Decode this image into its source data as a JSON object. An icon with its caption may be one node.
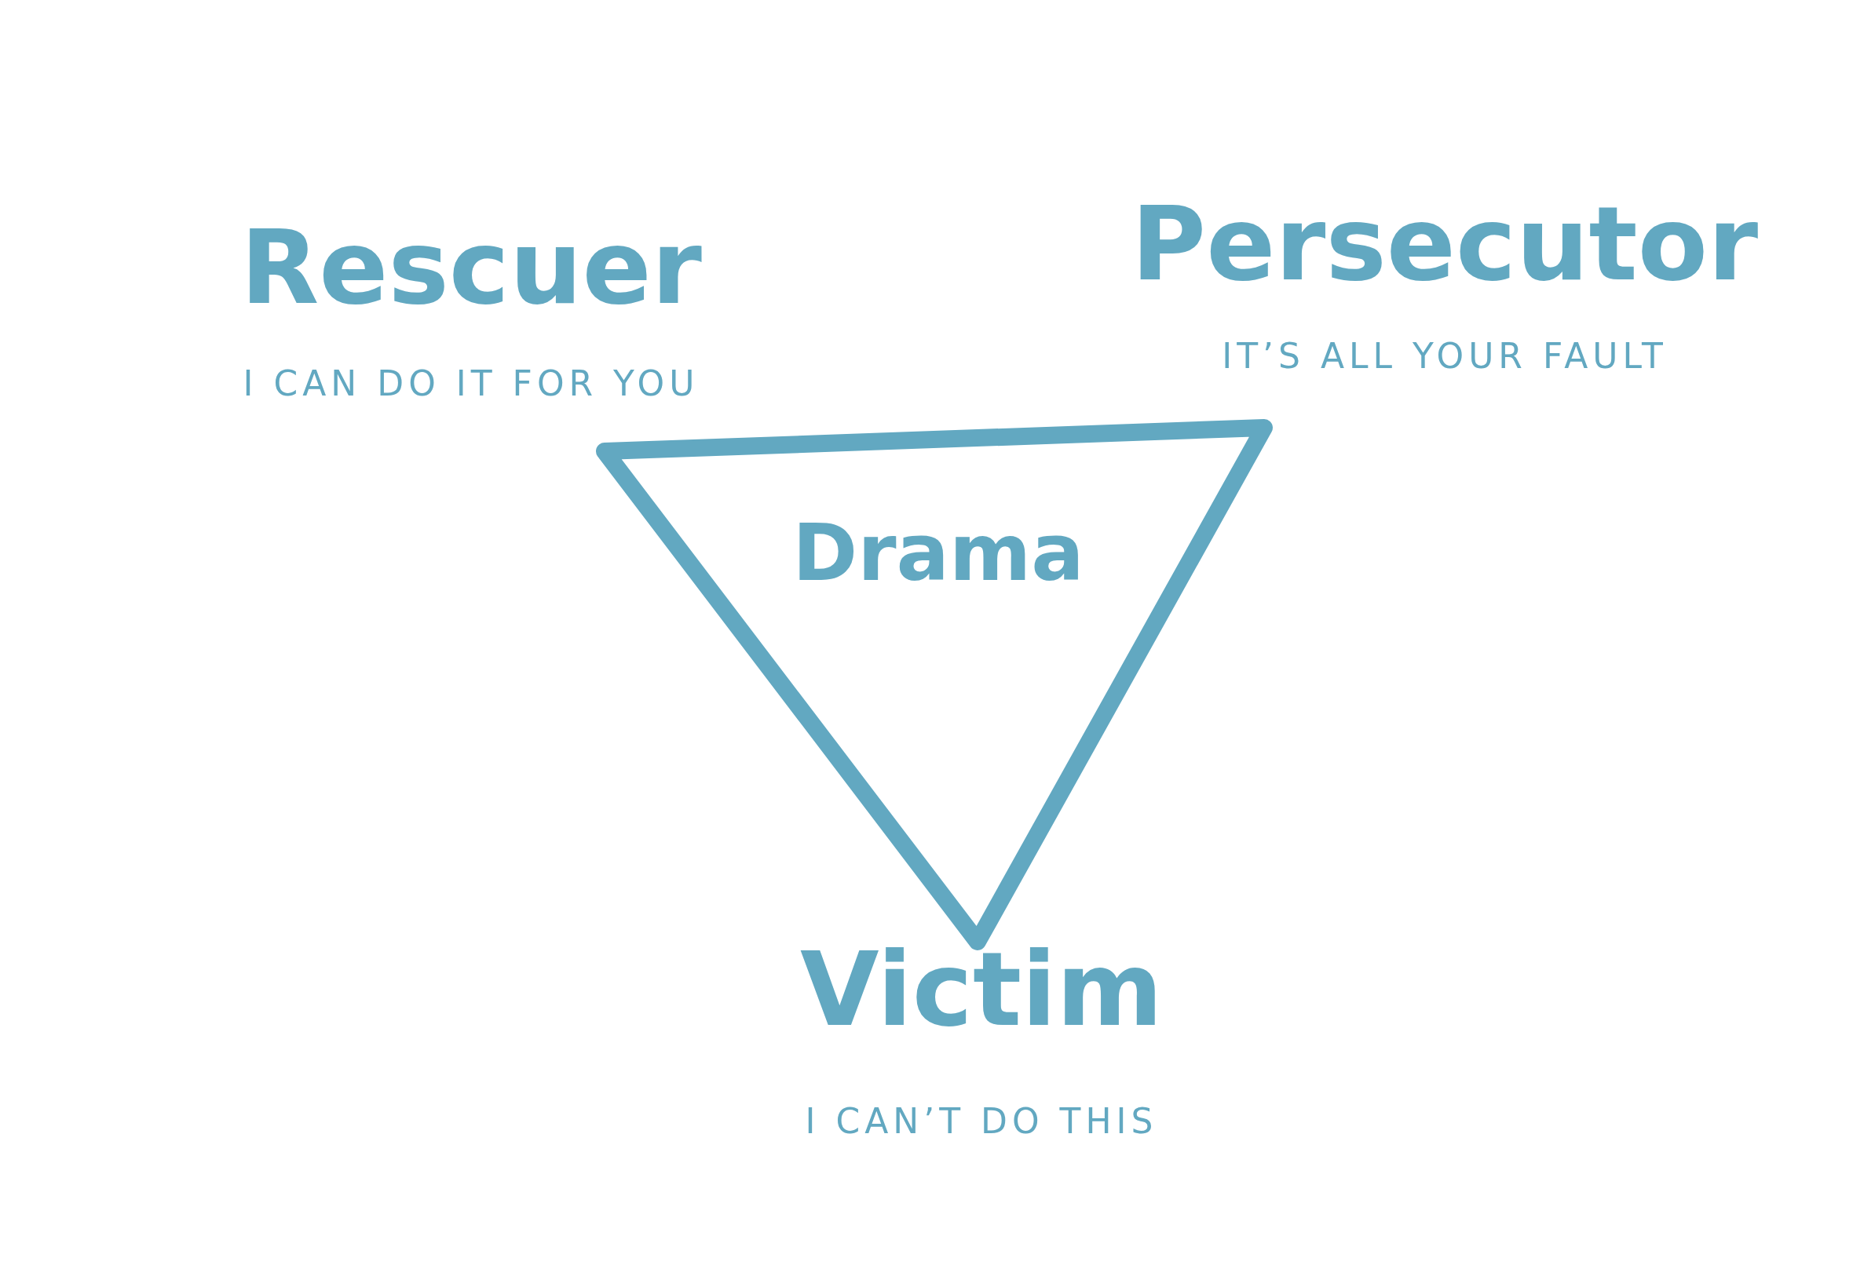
{
  "diagram": {
    "nodes": [
      {
        "text": [
          "Drama"
        ]
      }
    ],
    "labels": [
      "Rescuer",
      "I CAN DO IT FOR YOU",
      "Persecutor",
      "IT’S ALL YOUR FAULT",
      "Victim",
      "I CAN’T DO THIS"
    ]
  }
}
